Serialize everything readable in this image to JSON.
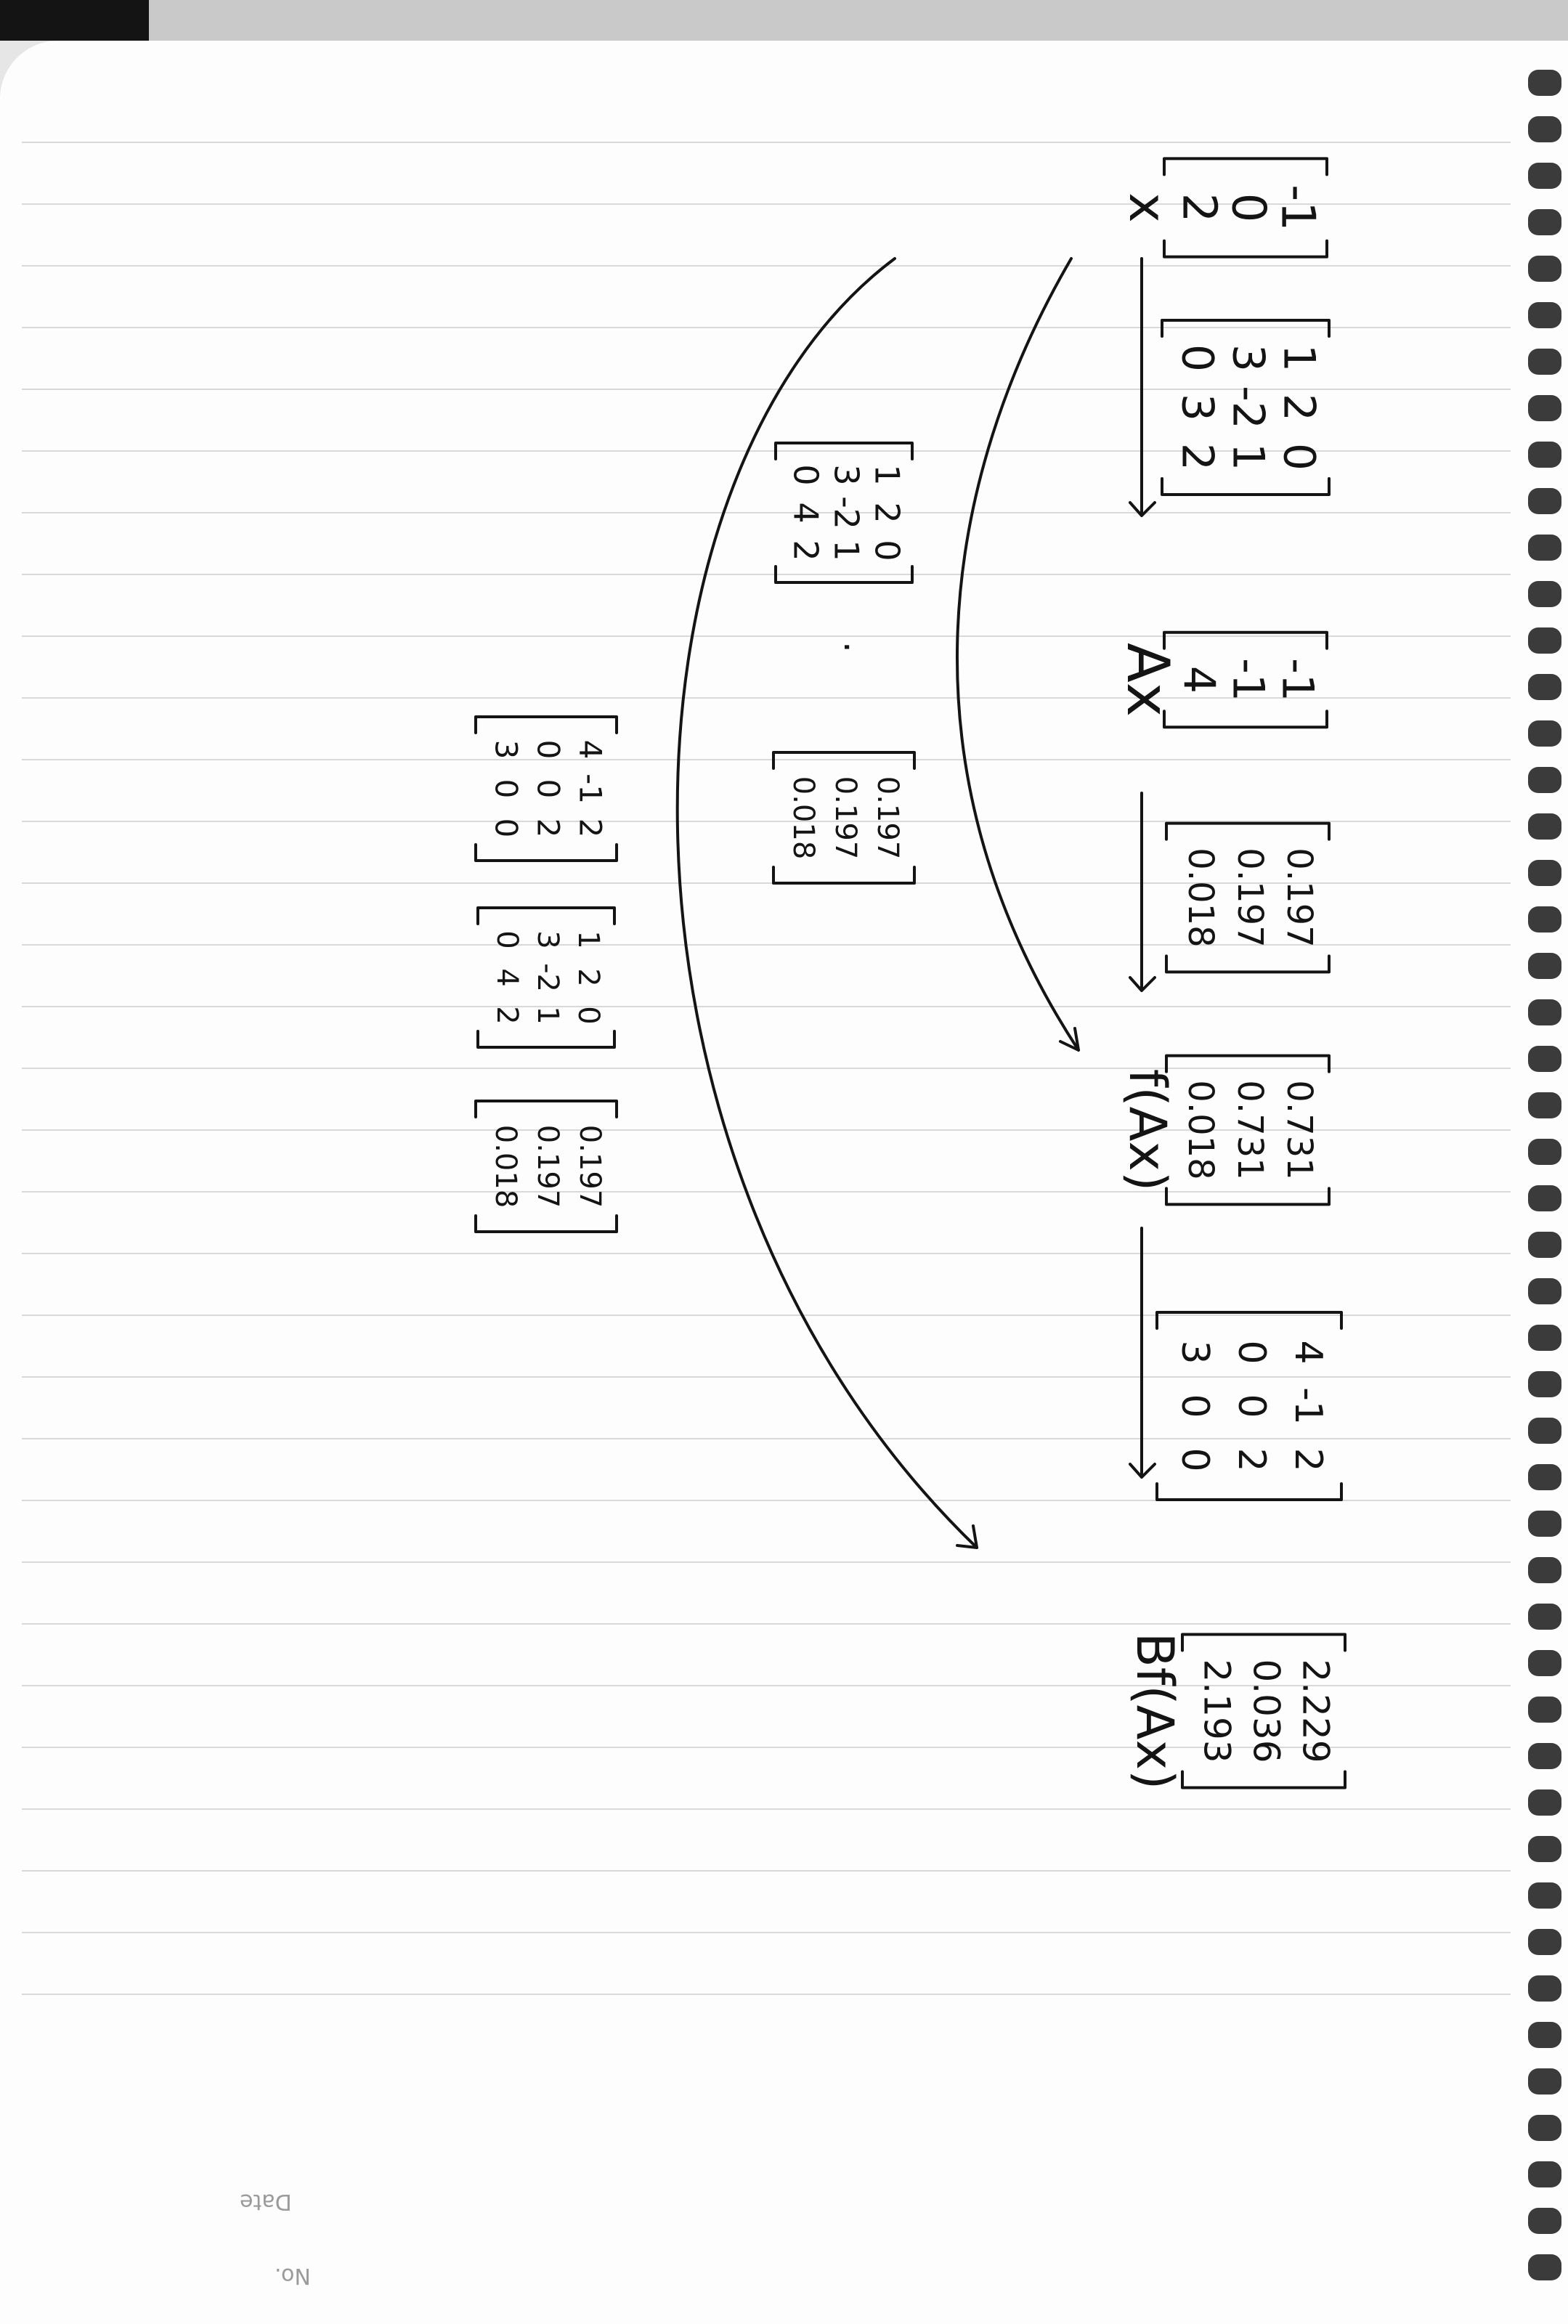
{
  "notebook": {
    "footer": {
      "date_label": "Date",
      "no_label": "No."
    }
  },
  "pipeline": {
    "x_label": "x",
    "x_vector": [
      "-1",
      "0",
      "2"
    ],
    "A_matrix": [
      [
        "1",
        "2",
        "0"
      ],
      [
        "3",
        "-2",
        "1"
      ],
      [
        "0",
        "3",
        "2"
      ]
    ],
    "Ax_label": "Ax",
    "Ax_vector": [
      "-1",
      "-1",
      "4"
    ],
    "sigmoid_vector": [
      "0.197",
      "0.197",
      "0.018"
    ],
    "f_label": "f(Ax)",
    "f_vector": [
      "0.731",
      "0.731",
      "0.018"
    ],
    "B_matrix": [
      [
        "4",
        "-1",
        "2"
      ],
      [
        "0",
        "0",
        "2"
      ],
      [
        "3",
        "0",
        "0"
      ]
    ],
    "result_label": "Bf(Ax)",
    "result_vector": [
      "2.229",
      "0.036",
      "2.193"
    ]
  },
  "side_work": {
    "A_matrix": [
      [
        "1",
        "2",
        "0"
      ],
      [
        "3",
        "-2",
        "1"
      ],
      [
        "0",
        "4",
        "2"
      ]
    ],
    "dot": "·",
    "vector": [
      "0.197",
      "0.197",
      "0.018"
    ]
  },
  "bottom_work": {
    "B_matrix": [
      [
        "4",
        "-1",
        "2"
      ],
      [
        "0",
        "0",
        "2"
      ],
      [
        "3",
        "0",
        "0"
      ]
    ],
    "A_matrix": [
      [
        "1",
        "2",
        "0"
      ],
      [
        "3",
        "-2",
        "1"
      ],
      [
        "0",
        "4",
        "2"
      ]
    ],
    "vector": [
      "0.197",
      "0.197",
      "0.018"
    ]
  }
}
